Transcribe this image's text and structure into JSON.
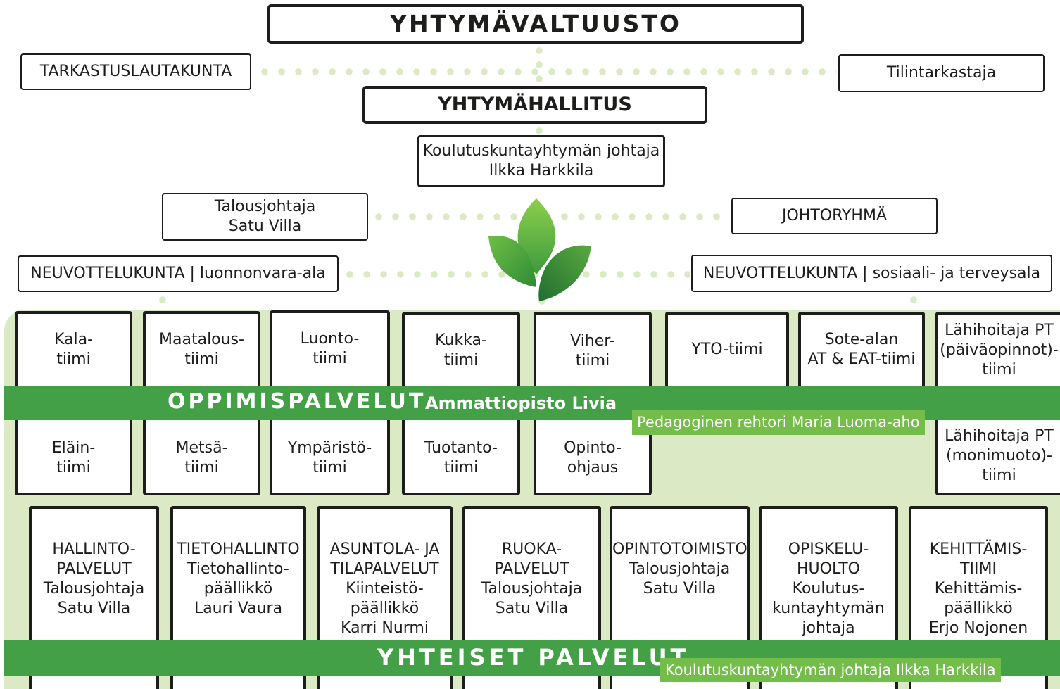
{
  "top": {
    "council": "YHTYMÄVALTUUSTO",
    "audit_committee": "TARKASTUSLAUTAKUNTA",
    "auditor": "Tilintarkastaja",
    "board": "YHTYMÄHALLITUS",
    "ceo": "Koulutuskuntayhtymän johtaja\nIlkka Harkkila",
    "finance_director": "Talousjohtaja\nSatu Villa",
    "management_group": "JOHTORYHMÄ",
    "negotiation_left": "NEUVOTTELUKUNTA | luonnonvara-ala",
    "negotiation_right": "NEUVOTTELUKUNTA | sosiaali- ja terveysala"
  },
  "learning": {
    "title": "OPPIMISPALVELUT",
    "subtitle": "Ammattiopisto Livia",
    "rector": "Pedagoginen rehtori Maria Luoma-aho",
    "teams": [
      {
        "top": "Kala-\ntiimi",
        "bottom": "Eläin-\ntiimi"
      },
      {
        "top": "Maatalous-\ntiimi",
        "bottom": "Metsä-\ntiimi"
      },
      {
        "top": "Luonto-\ntiimi",
        "bottom": "Ympäristö-\ntiimi"
      },
      {
        "top": "Kukka-\ntiimi",
        "bottom": "Tuotanto-\ntiimi"
      },
      {
        "top": "Viher-\ntiimi",
        "bottom": "Opinto-\nohjaus"
      },
      {
        "top": "YTO-tiimi"
      },
      {
        "top": "Sote-alan\nAT & EAT-tiimi"
      },
      {
        "top": "Lähihoitaja PT\n(päiväopinnot)-\ntiimi",
        "bottom": "Lähihoitaja PT\n(monimuoto)-\ntiimi"
      }
    ]
  },
  "common": {
    "title": "YHTEISET PALVELUT",
    "leader": "Koulutuskuntayhtymän johtaja Ilkka Harkkila",
    "services": [
      "HALLINTO-\nPALVELUT\nTalousjohtaja\nSatu Villa",
      "TIETOHALLINTO\nTietohallinto-\npäällikkö\nLauri Vaura",
      "ASUNTOLA- JA\nTILAPALVELUT\nKiinteistö-\npäällikkö\nKarri Nurmi",
      "RUOKA-\nPALVELUT\nTalousjohtaja\nSatu Villa",
      "OPINTOTOIMISTO\nTalousjohtaja\nSatu Villa",
      "OPISKELU-\nHUOLTO\nKoulutus-\nkuntayhtymän\njohtaja\nIlkka Harkkila",
      "KEHITTÄMIS-\nTIIMI\nKehittämis-\npäällikkö\nErjo Nojonen"
    ]
  },
  "colors": {
    "band_green": "#43a047",
    "tag_green": "#75bd4a",
    "light_green": "#dbe9c4",
    "dark_text": "#1d1d1b"
  }
}
